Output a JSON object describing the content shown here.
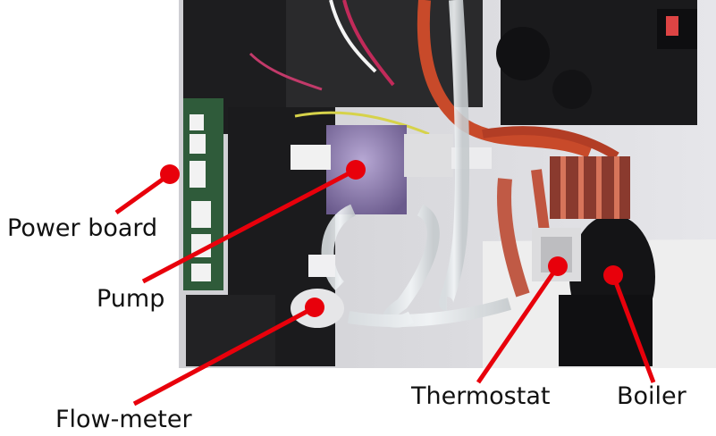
{
  "labels": {
    "power_board": "Power board",
    "pump": "Pump",
    "flow_meter": "Flow-meter",
    "thermostat": "Thermostat",
    "boiler": "Boiler"
  },
  "colors": {
    "pointer": "#e8000b",
    "text": "#111111",
    "background": "#ffffff"
  }
}
